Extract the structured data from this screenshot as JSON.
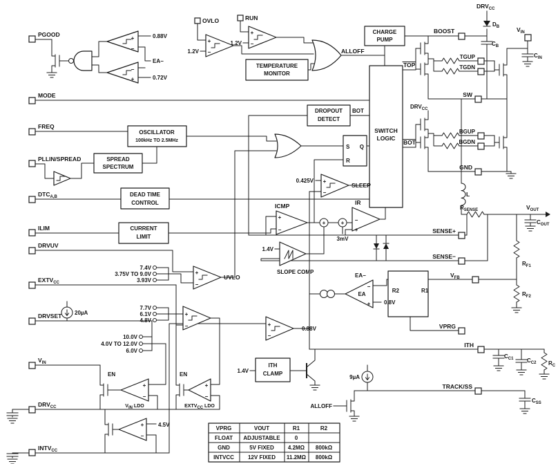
{
  "labels": {
    "pgood": "PGOOD",
    "mode": "MODE",
    "freq": "FREQ",
    "pllin": "PLLIN/SPREAD",
    "dtcab": {
      "m": "DTC",
      "s": "A,B"
    },
    "ilim": "ILIM",
    "drvuv": "DRVUV",
    "extvcc": {
      "m": "EXTV",
      "s": "CC"
    },
    "drvset": "DRVSET",
    "vin": {
      "m": "V",
      "s": "IN"
    },
    "drvcc": {
      "m": "DRV",
      "s": "CC"
    },
    "intvcc": {
      "m": "INTV",
      "s": "CC"
    },
    "ldo": " LDO",
    "en": "EN",
    "v0_88": "0.88V",
    "v0_72": "0.72V",
    "ea_minus": "EA−",
    "ea": "EA",
    "v0_8": "0.8V",
    "ovlo": "OVLO",
    "run": "RUN",
    "v1_2": "1.2V",
    "temp1": "TEMPERATURE",
    "temp2": "MONITOR",
    "alloff": "ALLOFF",
    "charge1": "CHARGE",
    "charge2": "PUMP",
    "osc1": "OSCILLATOR",
    "osc2": "100kHz TO 2.5MHz",
    "spread1": "SPREAD",
    "spread2": "SPECTRUM",
    "dead1": "DEAD TIME",
    "dead2": "CONTROL",
    "drop1": "DROPOUT",
    "drop2": "DETECT",
    "bot_sig": "BOT",
    "top_sig": "TOP",
    "sl1": "SWITCH",
    "sl2": "LOGIC",
    "s": "S",
    "q": "Q",
    "r": "R",
    "sleep": "SLEEP",
    "v0_425": "0.425V",
    "icmp": "ICMP",
    "ir": "IR",
    "mv3": "3mV",
    "v1_4": "1.4V",
    "slope": "SLOPE COMP",
    "cl1": "CURRENT",
    "cl2": "LIMIT",
    "uvlo": "UVLO",
    "v7_4": "7.4V",
    "v375_9": "3.75V TO 9.0V",
    "v3_93": "3.93V",
    "v7_7": "7.7V",
    "v6_1": "6.1V",
    "v4_8": "4.8V",
    "ua20": "20µA",
    "v10_0": "10.0V",
    "v4_12": "4.0V TO 12.0V",
    "v6_0": "6.0V",
    "v4_5": "4.5V",
    "clamp2": "CLAMP",
    "ua9": "9µA",
    "boost": "BOOST",
    "db": {
      "m": "D",
      "s": "B"
    },
    "cb": {
      "m": "C",
      "s": "B"
    },
    "cin": {
      "m": "C",
      "s": "IN"
    },
    "tgup": "TGUP",
    "tgdn": "TGDN",
    "sw": "SW",
    "bgup": "BGUP",
    "bgdn": "BGDN",
    "gnd": "GND",
    "l": "L",
    "rsense": {
      "m": "R",
      "s": "SENSE"
    },
    "vout": {
      "m": "V",
      "s": "OUT"
    },
    "cout": {
      "m": "C",
      "s": "OUT"
    },
    "sensep": "SENSE+",
    "sensen": "SENSE−",
    "vfb": {
      "m": "V",
      "s": "FB"
    },
    "rf1": {
      "m": "R",
      "s": "F1"
    },
    "rf2": {
      "m": "R",
      "s": "F2"
    },
    "r1": "R1",
    "r2": "R2",
    "vprg": "VPRG",
    "ith": "ITH",
    "cc1": {
      "m": "C",
      "s": "C1"
    },
    "cc2": {
      "m": "C",
      "s": "C2"
    },
    "rc": {
      "m": "R",
      "s": "C"
    },
    "trackss": "TRACK/SS",
    "css": {
      "m": "C",
      "s": "SS"
    },
    "plus": "+",
    "minus": "−"
  },
  "table": {
    "headers": [
      "VPRG",
      "VOUT",
      "R1",
      "R2"
    ],
    "rows": [
      [
        "FLOAT",
        "ADJUSTABLE",
        "0",
        ""
      ],
      [
        "GND",
        "5V FIXED",
        "4.2MΩ",
        "800kΩ"
      ],
      [
        "INTVCC",
        "12V FIXED",
        "11.2MΩ",
        "800kΩ"
      ]
    ]
  },
  "colors": {
    "line": "#1a1a1a",
    "bg": "#ffffff",
    "text": "#111111"
  }
}
